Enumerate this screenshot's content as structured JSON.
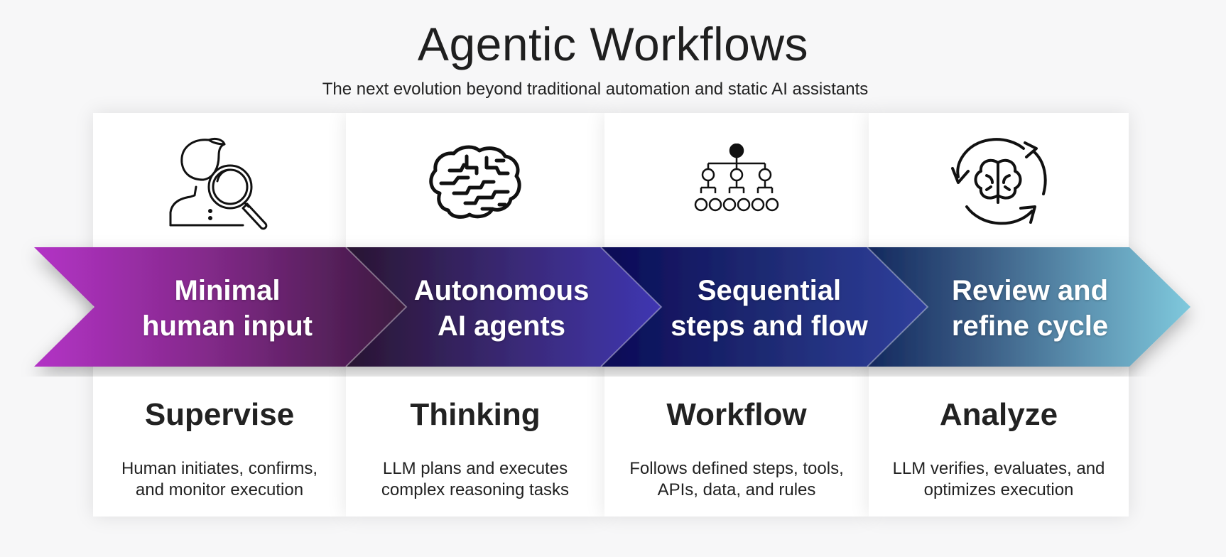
{
  "title": "Agentic Workflows",
  "subtitle": "The next evolution beyond traditional automation and static AI assistants",
  "colors": {
    "purple": "#b132c4",
    "plum": "#3a1d3e",
    "indigo": "#0a0a5a",
    "blue": "#1f4e86",
    "teal": "#7ec8dc"
  },
  "stages": [
    {
      "icon": "person-magnifier-icon",
      "band_label_line1": "Minimal",
      "band_label_line2": "human input",
      "heading": "Supervise",
      "desc_line1": "Human initiates, confirms,",
      "desc_line2": "and monitor execution"
    },
    {
      "icon": "brain-circuit-icon",
      "band_label_line1": "Autonomous",
      "band_label_line2": "AI agents",
      "heading": "Thinking",
      "desc_line1": "LLM plans and executes",
      "desc_line2": "complex reasoning tasks"
    },
    {
      "icon": "org-chart-icon",
      "band_label_line1": "Sequential",
      "band_label_line2": "steps and flow",
      "heading": "Workflow",
      "desc_line1": "Follows defined steps, tools,",
      "desc_line2": "APIs, data, and rules"
    },
    {
      "icon": "brain-cycle-icon",
      "band_label_line1": "Review and",
      "band_label_line2": "refine cycle",
      "heading": "Analyze",
      "desc_line1": "LLM verifies, evaluates, and",
      "desc_line2": "optimizes execution"
    }
  ]
}
